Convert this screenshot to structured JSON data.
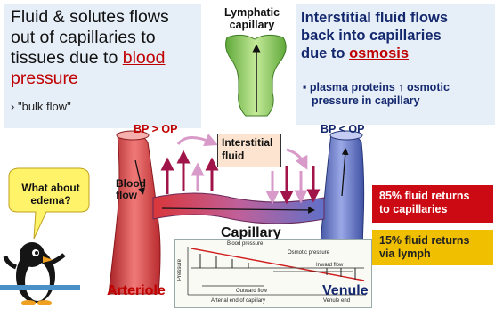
{
  "left_panel": {
    "line1": "Fluid & solutes flows",
    "line2": "out of capillaries to",
    "line3_prefix": "tissues due to",
    "line3_highlight": "blood",
    "line4_highlight": "pressure",
    "bullet_marker": "›",
    "bullet_text": "\"bulk flow\""
  },
  "right_panel": {
    "line1": "Interstitial fluid flows",
    "line2": "back into capillaries",
    "line3_prefix": "due to",
    "line3_highlight": "osmosis",
    "bullet_marker": "▪",
    "bullet_line1": "plasma proteins ↑ osmotic",
    "bullet_line2": "pressure in capillary"
  },
  "lymphatic": {
    "line1": "Lymphatic",
    "line2": "capillary"
  },
  "bp_left": "BP > OP",
  "bp_right": "BP < OP",
  "interstitial": {
    "line1": "Interstitial",
    "line2": "fluid"
  },
  "blood_flow": {
    "line1": "Blood",
    "line2": "flow"
  },
  "capillary_label": "Capillary",
  "arteriole_label": "Arteriole",
  "venule_label": "Venule",
  "fluid_returns_capillaries": {
    "line1": "85% fluid returns",
    "line2": "to capillaries"
  },
  "fluid_returns_lymph": {
    "line1": "15% fluid returns",
    "line2": "via lymph"
  },
  "speech_bubble": {
    "line1": "What about",
    "line2": "edema?"
  },
  "inset": {
    "blood_pressure": "Blood pressure",
    "osmotic_pressure": "Osmotic pressure",
    "outward_flow": "Outward flow",
    "inward_flow": "Inward flow",
    "pressure_axis": "Pressure",
    "arterial_end": "Arterial end of capillary",
    "venule_end": "Venule end"
  },
  "colors": {
    "arteriole": "#d9363a",
    "venule": "#5b6fc4",
    "lymphatic": "#8fcc5a",
    "highlight_red": "#c00000",
    "title_blue": "#14286e",
    "box85": "#cc0a14",
    "box15": "#f0c000",
    "panel_bg": "#e6eef8"
  },
  "icons": {
    "penguin": "penguin-icon",
    "speech_bubble": "speech-bubble-icon"
  }
}
